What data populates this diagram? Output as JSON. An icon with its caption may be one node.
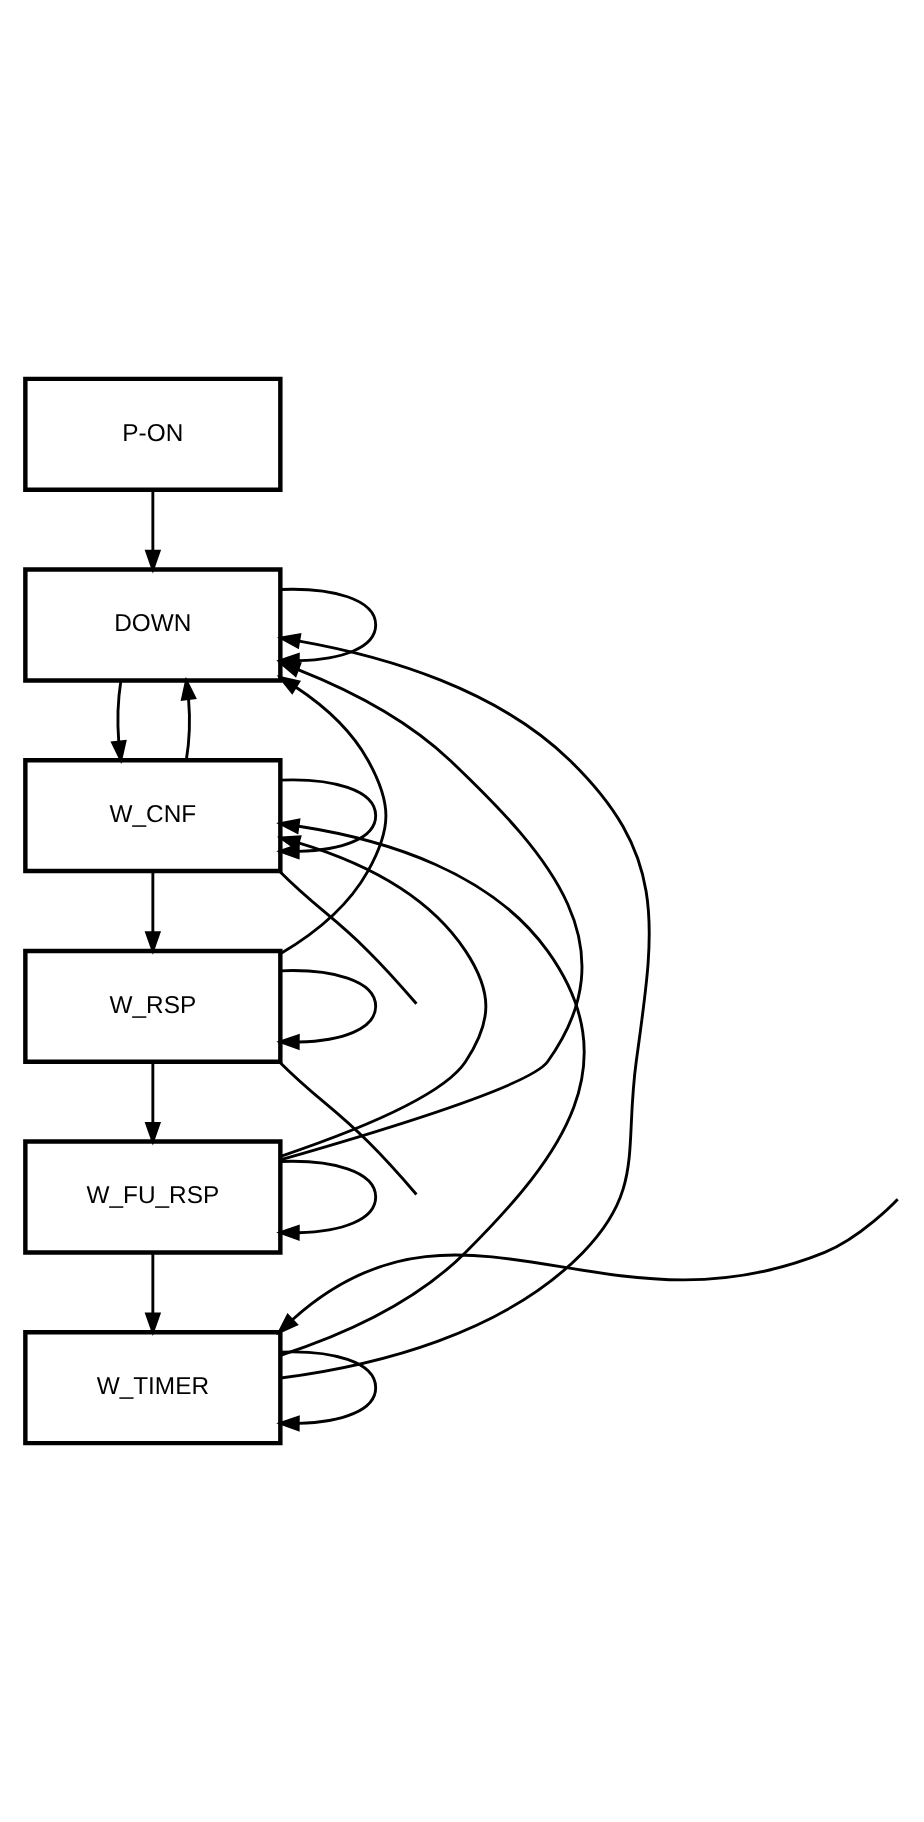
{
  "diagram": {
    "nodes": [
      {
        "text": [
          "P-ON"
        ]
      },
      {
        "text": [
          "DOWN"
        ]
      },
      {
        "text": [
          "W_CNF"
        ]
      },
      {
        "text": [
          "W_RSP"
        ]
      },
      {
        "text": [
          "W_FU_RSP"
        ]
      },
      {
        "text": [
          "W_TIMER"
        ]
      }
    ],
    "edges": [
      {
        "from": 0,
        "to": 1,
        "arrow": "to"
      },
      {
        "from": 1,
        "to": 1,
        "arrow": "to"
      },
      {
        "from": 1,
        "to": 2,
        "arrow": "to"
      },
      {
        "from": 2,
        "to": 1,
        "arrow": "to"
      },
      {
        "from": 2,
        "to": 2,
        "arrow": "to"
      },
      {
        "from": 2,
        "to": null,
        "arrow": "none"
      },
      {
        "from": 2,
        "to": 3,
        "arrow": "to"
      },
      {
        "from": 3,
        "to": 3,
        "arrow": "to"
      },
      {
        "from": 3,
        "to": null,
        "arrow": "none"
      },
      {
        "from": 3,
        "to": 1,
        "arrow": "to"
      },
      {
        "from": 3,
        "to": 4,
        "arrow": "to"
      },
      {
        "from": 4,
        "to": 4,
        "arrow": "to"
      },
      {
        "from": 4,
        "to": 2,
        "arrow": "to"
      },
      {
        "from": 4,
        "to": 1,
        "arrow": "to"
      },
      {
        "from": 4,
        "to": 5,
        "arrow": "to"
      },
      {
        "from": null,
        "to": 5,
        "arrow": "to"
      },
      {
        "from": 5,
        "to": 5,
        "arrow": "to"
      },
      {
        "from": 5,
        "to": 2,
        "arrow": "to"
      },
      {
        "from": 5,
        "to": 1,
        "arrow": "to"
      }
    ]
  }
}
